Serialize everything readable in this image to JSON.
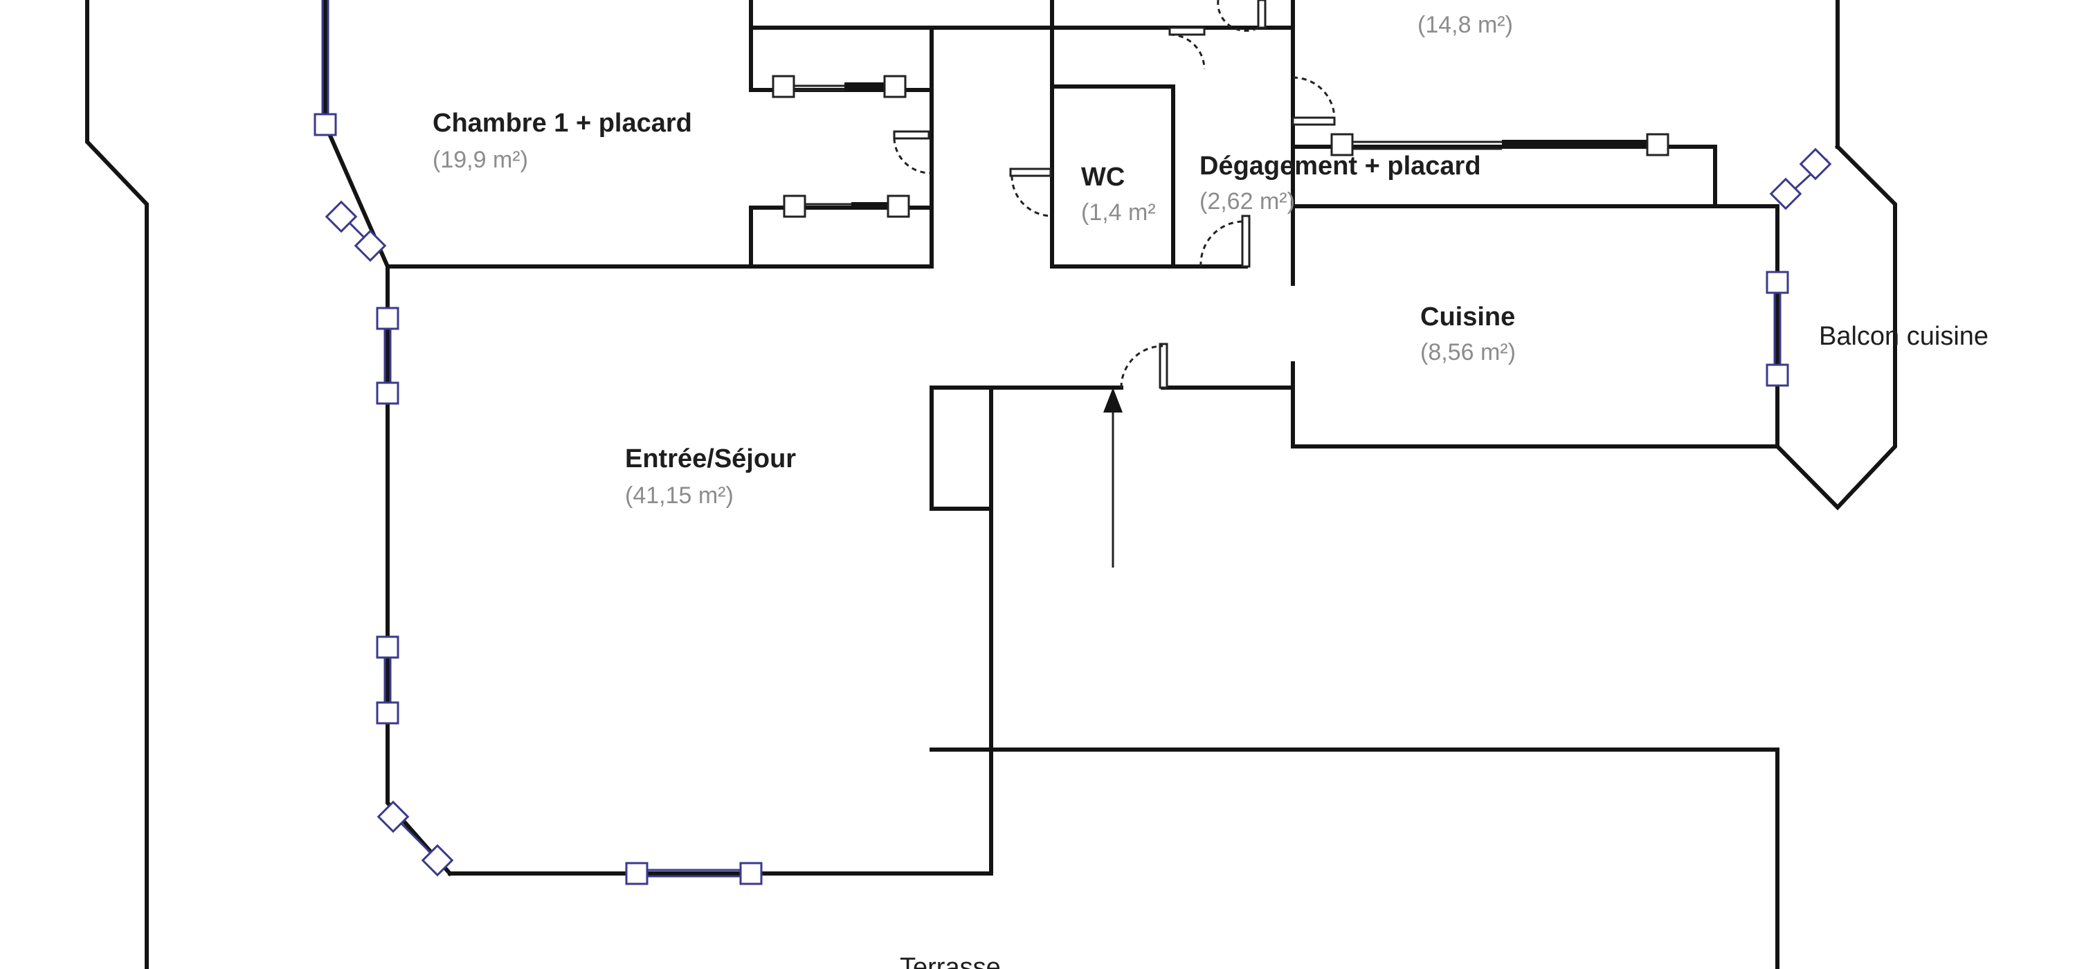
{
  "plan": {
    "rooms": {
      "chambre1": {
        "name": "Chambre 1 + placard",
        "area": "(19,9 m²)"
      },
      "wc": {
        "name": "WC",
        "area": "(1,4 m²"
      },
      "degagement": {
        "name": "Dégagement + placard",
        "area": "(2,62 m²)"
      },
      "top_right": {
        "name": "",
        "area": "(14,8 m²)"
      },
      "cuisine": {
        "name": "Cuisine",
        "area": "(8,56 m²)"
      },
      "sejour": {
        "name": "Entrée/Séjour",
        "area": "(41,15 m²)"
      }
    },
    "labels": {
      "balcon": "Balcon cuisine",
      "terrasse": "Terrasse"
    }
  },
  "colors": {
    "wall": "#141414",
    "window": "#3b3a8c",
    "room_name": "#1e1e1e",
    "room_area": "#8c8c8c",
    "background": "#ffffff"
  }
}
